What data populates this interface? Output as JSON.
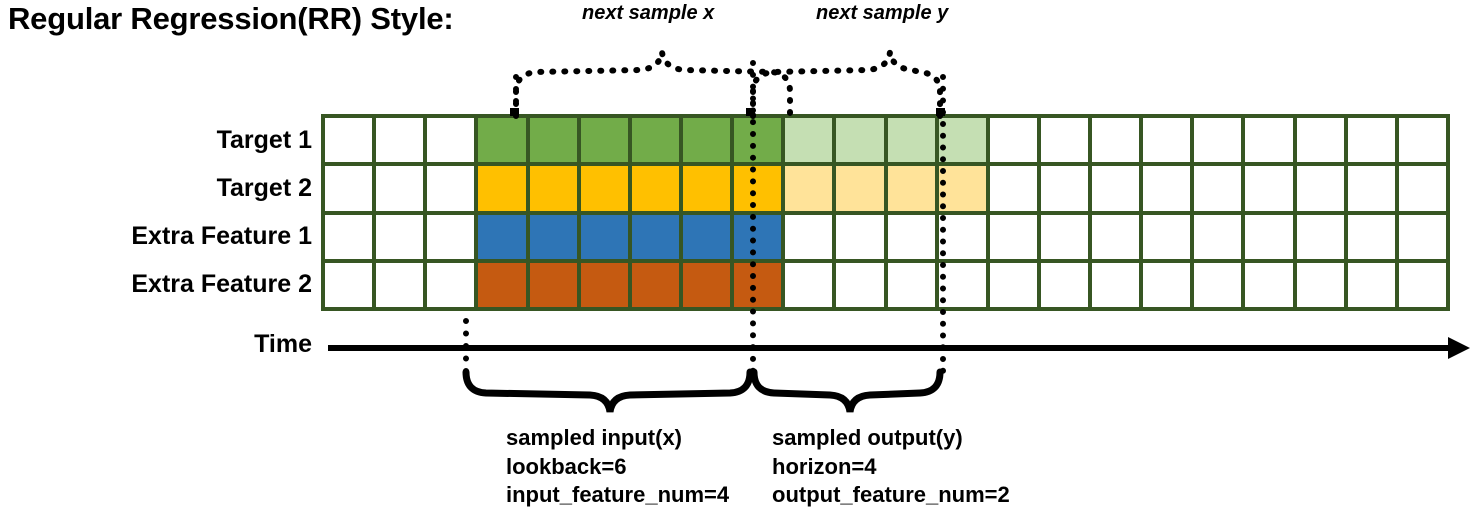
{
  "title": "Regular Regression(RR) Style:",
  "annotations": {
    "next_sample_x": "next sample x",
    "next_sample_y": "next sample y"
  },
  "rows": [
    {
      "label": "Target 1",
      "color": "#72AC49",
      "light": "#C5DFB3"
    },
    {
      "label": "Target 2",
      "color": "#FFC000",
      "light": "#FFE399"
    },
    {
      "label": "Extra Feature 1",
      "color": "#2E75B6",
      "light": "#FFFFFF"
    },
    {
      "label": "Extra Feature 2",
      "color": "#C55A11",
      "light": "#FFFFFF"
    }
  ],
  "axis": {
    "label": "Time"
  },
  "grid": {
    "total_columns": 22,
    "lead_blank_columns": 3,
    "input_columns": 6,
    "output_columns": 4,
    "trail_blank_columns": 9,
    "border_color": "#375623",
    "empty_color": "#FFFFFF",
    "cells": [
      [
        "#FFFFFF",
        "#FFFFFF",
        "#FFFFFF",
        "#72AC49",
        "#72AC49",
        "#72AC49",
        "#72AC49",
        "#72AC49",
        "#72AC49",
        "#C5DFB3",
        "#C5DFB3",
        "#C5DFB3",
        "#C5DFB3",
        "#FFFFFF",
        "#FFFFFF",
        "#FFFFFF",
        "#FFFFFF",
        "#FFFFFF",
        "#FFFFFF",
        "#FFFFFF",
        "#FFFFFF",
        "#FFFFFF"
      ],
      [
        "#FFFFFF",
        "#FFFFFF",
        "#FFFFFF",
        "#FFC000",
        "#FFC000",
        "#FFC000",
        "#FFC000",
        "#FFC000",
        "#FFC000",
        "#FFE399",
        "#FFE399",
        "#FFE399",
        "#FFE399",
        "#FFFFFF",
        "#FFFFFF",
        "#FFFFFF",
        "#FFFFFF",
        "#FFFFFF",
        "#FFFFFF",
        "#FFFFFF",
        "#FFFFFF",
        "#FFFFFF"
      ],
      [
        "#FFFFFF",
        "#FFFFFF",
        "#FFFFFF",
        "#2E75B6",
        "#2E75B6",
        "#2E75B6",
        "#2E75B6",
        "#2E75B6",
        "#2E75B6",
        "#FFFFFF",
        "#FFFFFF",
        "#FFFFFF",
        "#FFFFFF",
        "#FFFFFF",
        "#FFFFFF",
        "#FFFFFF",
        "#FFFFFF",
        "#FFFFFF",
        "#FFFFFF",
        "#FFFFFF",
        "#FFFFFF",
        "#FFFFFF"
      ],
      [
        "#FFFFFF",
        "#FFFFFF",
        "#FFFFFF",
        "#C55A11",
        "#C55A11",
        "#C55A11",
        "#C55A11",
        "#C55A11",
        "#C55A11",
        "#FFFFFF",
        "#FFFFFF",
        "#FFFFFF",
        "#FFFFFF",
        "#FFFFFF",
        "#FFFFFF",
        "#FFFFFF",
        "#FFFFFF",
        "#FFFFFF",
        "#FFFFFF",
        "#FFFFFF",
        "#FFFFFF",
        "#FFFFFF"
      ]
    ]
  },
  "captions": {
    "input": {
      "line1": "sampled input(x)",
      "line2": "lookback=6",
      "line3": "input_feature_num=4"
    },
    "output": {
      "line1": "sampled output(y)",
      "line2": "horizon=4",
      "line3": "output_feature_num=2"
    }
  }
}
